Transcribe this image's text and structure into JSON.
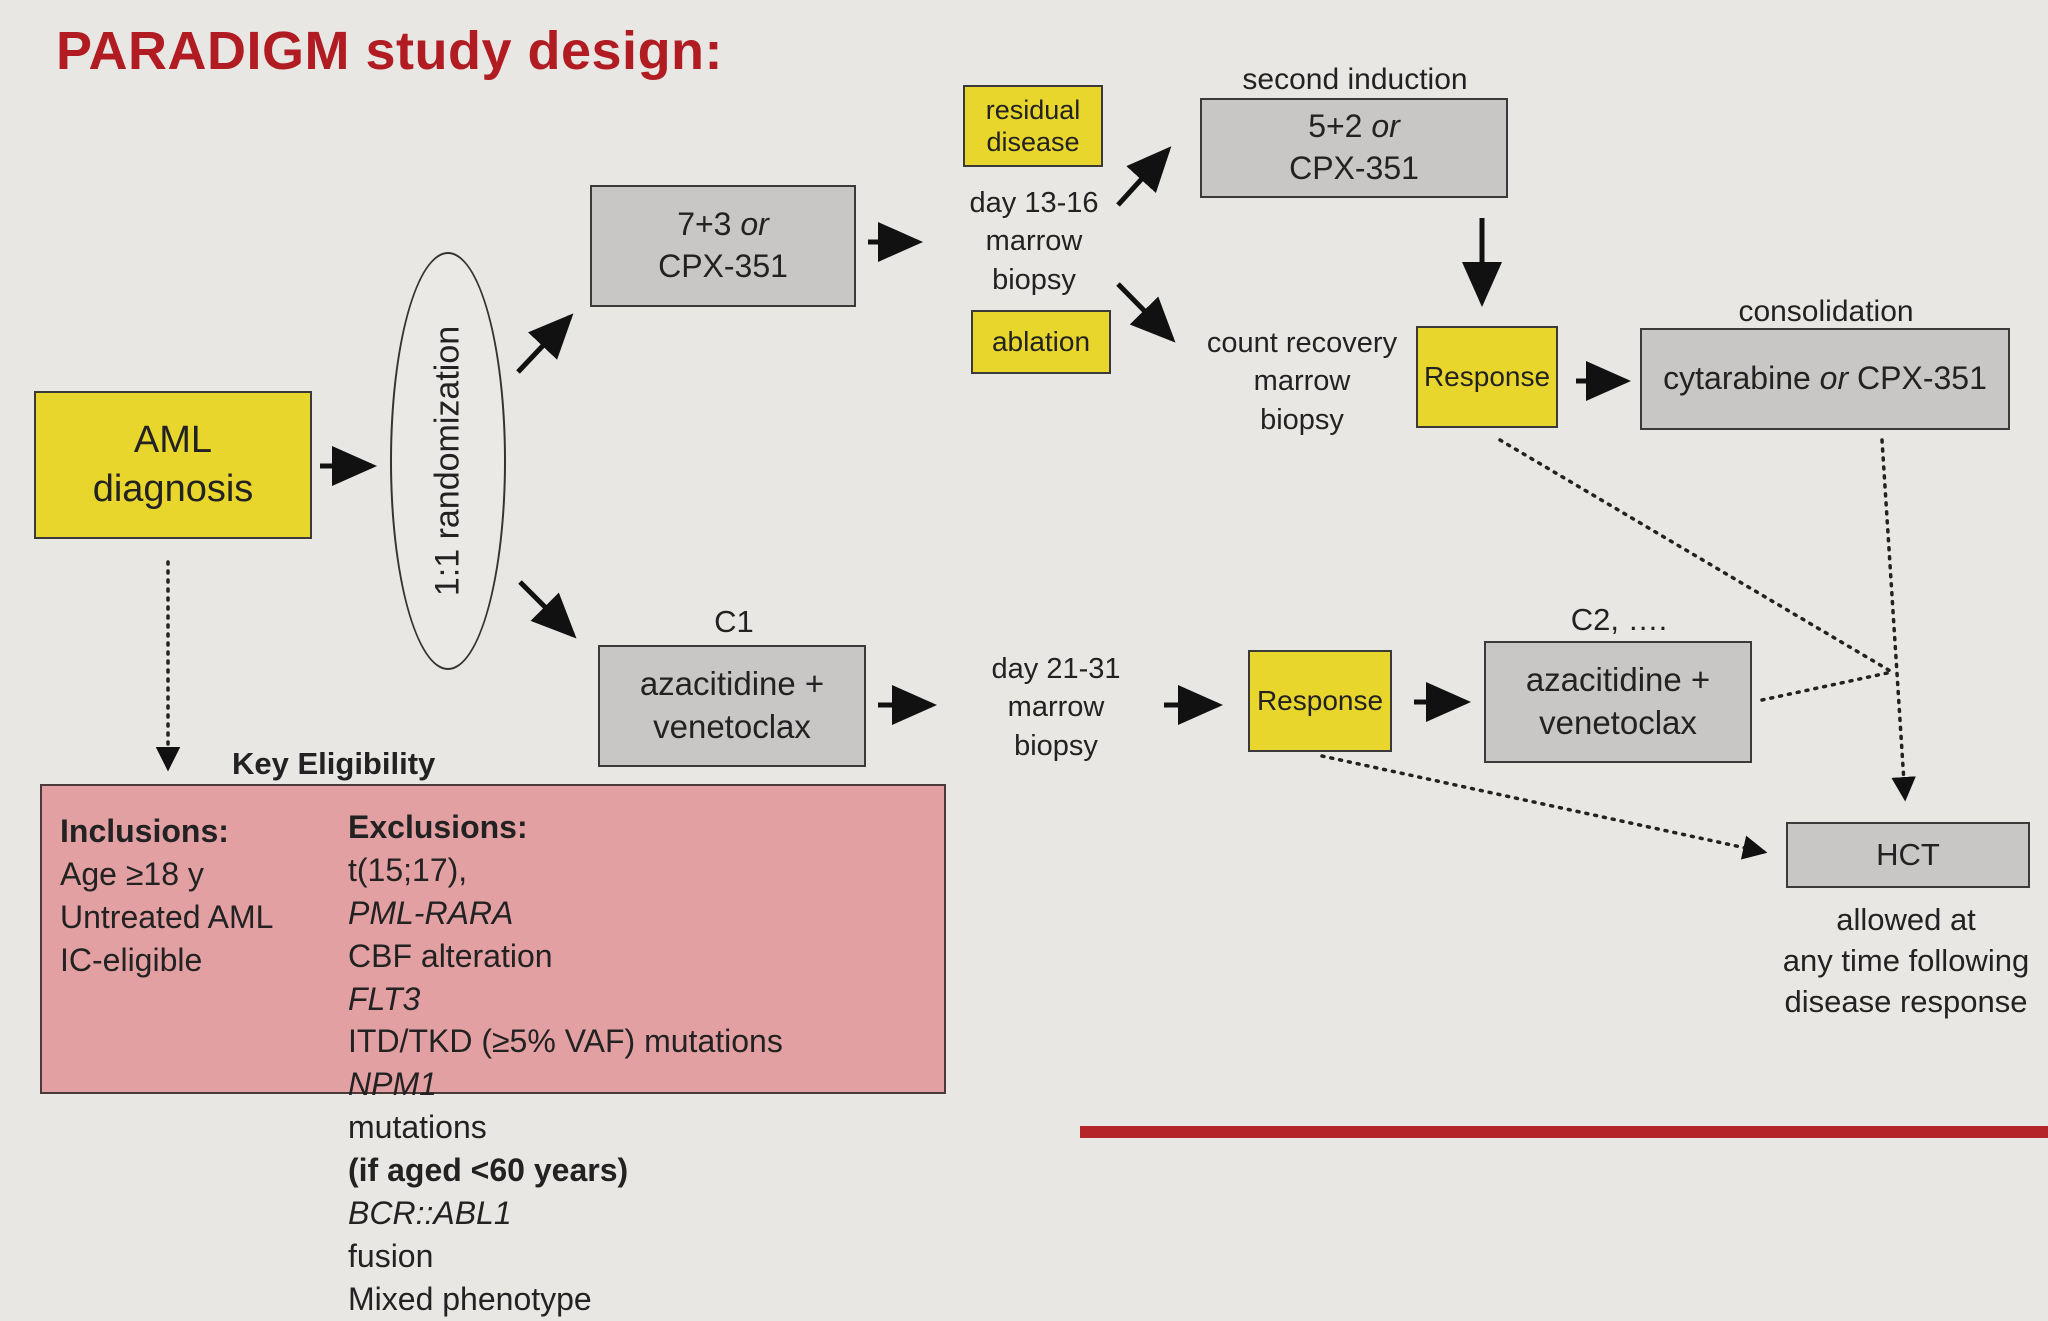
{
  "title": "PARADIGM study design:",
  "aml": {
    "line1": "AML",
    "line2": "diagnosis"
  },
  "randomization": "1:1 randomization",
  "arm1": {
    "induction_line1_a": "7+3 ",
    "induction_line1_b": "or",
    "induction_line2": "CPX-351",
    "biopsy": {
      "line1": "day 13-16",
      "line2": "marrow",
      "line3": "biopsy"
    },
    "residual": {
      "line1": "residual",
      "line2": "disease"
    },
    "ablation": "ablation",
    "second_induction_header": "second induction",
    "second_induction_line1_a": "5+2 ",
    "second_induction_line1_b": "or",
    "second_induction_line2": "CPX-351",
    "count_recovery": {
      "line1": "count recovery",
      "line2": "marrow",
      "line3": "biopsy"
    },
    "response": "Response",
    "consolidation_header": "consolidation",
    "consolidation_a": "cytarabine ",
    "consolidation_b": "or",
    "consolidation_c": " CPX-351"
  },
  "arm2": {
    "c1_header": "C1",
    "c1_line1": "azacitidine +",
    "c1_line2": "venetoclax",
    "biopsy": {
      "line1": "day 21-31",
      "line2": "marrow",
      "line3": "biopsy"
    },
    "response": "Response",
    "c2_header": "C2, ….",
    "c2_line1": "azacitidine +",
    "c2_line2": "venetoclax"
  },
  "hct": {
    "label": "HCT",
    "note1": "allowed at",
    "note2": "any time following",
    "note3": "disease response"
  },
  "eligibility": {
    "header": "Key Eligibility",
    "inclusions_header": "Inclusions:",
    "inclusions": [
      "Age ≥18 y",
      "Untreated AML",
      "IC-eligible"
    ],
    "exclusions_header": "Exclusions:",
    "exclusions": {
      "e1_a": "t(15;17), ",
      "e1_b": "PML-RARA",
      "e2": "CBF alteration",
      "e3_a": "FLT3",
      "e3_b": " ITD/TKD (≥5% VAF) mutations",
      "e4_a": "NPM1",
      "e4_b": " mutations ",
      "e4_c": "(if aged <60 years)",
      "e5_a": "BCR::ABL1",
      "e5_b": " fusion",
      "e6": "Mixed phenotype"
    }
  },
  "colors": {
    "title": "#b01c22",
    "yellow_box": "#e9d62c",
    "gray_box": "#c9c7c6",
    "eligibility_box": "#e2a0a3"
  }
}
